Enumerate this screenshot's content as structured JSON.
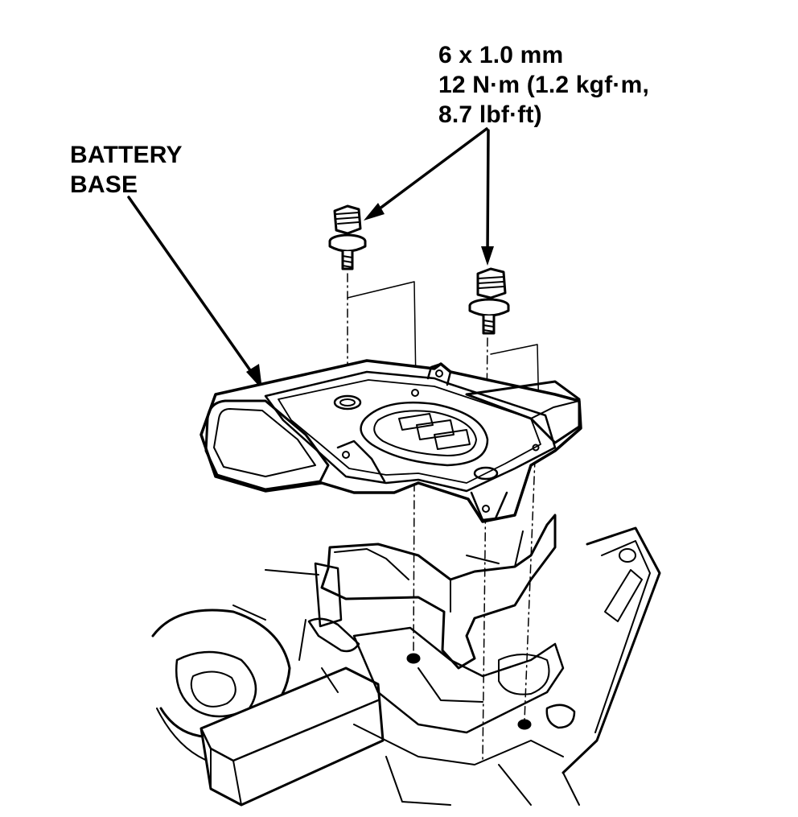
{
  "callouts": {
    "fastener_spec": {
      "size": "6 x 1.0 mm",
      "torque_line1": "12 N·m (1.2 kgf·m,",
      "torque_line2": "8.7 lbf·ft)"
    },
    "part": {
      "line1": "BATTERY",
      "line2": "BASE"
    }
  },
  "colors": {
    "ink": "#000000",
    "paper": "#ffffff"
  }
}
